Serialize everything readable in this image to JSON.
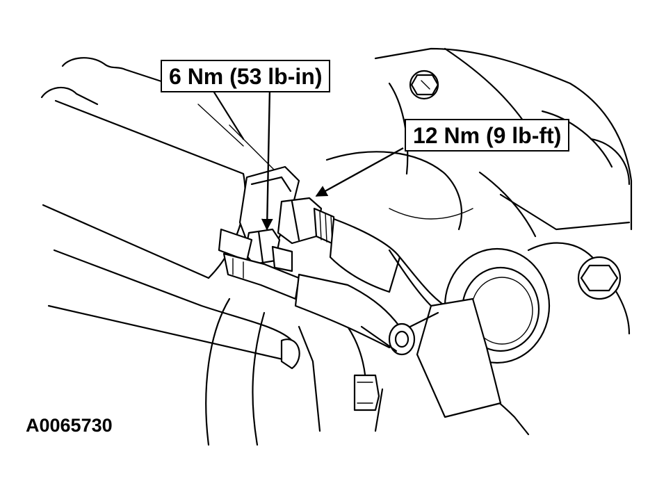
{
  "callouts": {
    "torque_small": "6 Nm (53 lb-in)",
    "torque_large": "12 Nm (9 lb-ft)"
  },
  "figure_id": "A0065730"
}
